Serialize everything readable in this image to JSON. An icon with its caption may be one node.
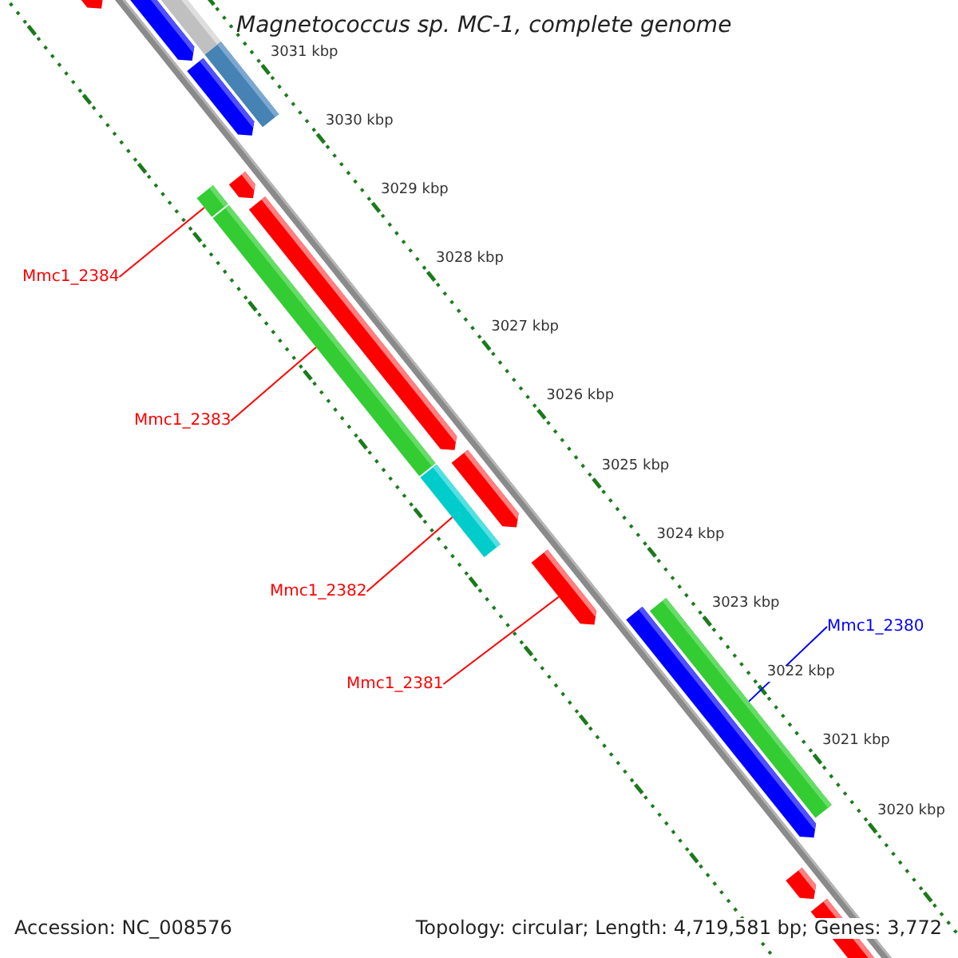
{
  "diagram": {
    "title": "Magnetococcus sp. MC-1, complete genome",
    "nodes": [
      {
        "text": [
          "Mmc1_2384"
        ]
      },
      {
        "text": [],
        "shape": "bar"
      },
      {
        "text": [
          "Mmc1_2383"
        ]
      },
      {
        "text": [],
        "shape": "bar"
      },
      {
        "text": [
          "Mmc1_2382"
        ]
      },
      {
        "text": [],
        "shape": "bar"
      },
      {
        "text": [
          "Mmc1_2380"
        ]
      },
      {
        "text": [],
        "shape": "bar"
      },
      {
        "text": [
          "Mmc1_2381"
        ]
      },
      {
        "text": [],
        "shape": "bar"
      }
    ],
    "edges": [
      {
        "from": 0,
        "to": 1,
        "arrow": "none"
      },
      {
        "from": 2,
        "to": 3,
        "arrow": "none"
      },
      {
        "from": 4,
        "to": 5,
        "arrow": "none"
      },
      {
        "from": 6,
        "to": 7,
        "arrow": "none",
        "color": "#0000ff"
      },
      {
        "from": 8,
        "to": 9,
        "arrow": "none"
      }
    ],
    "labels": [
      "3031 kbp",
      "3030 kbp",
      "3029 kbp",
      "3028 kbp",
      "3027 kbp",
      "3026 kbp",
      "3025 kbp",
      "3024 kbp",
      "3023 kbp",
      "3022 kbp",
      "3021 kbp",
      "3020 kbp",
      "Accession: NC_008576",
      "Topology: circular; Length: 4,719,581 bp; Genes: 3,772"
    ]
  }
}
